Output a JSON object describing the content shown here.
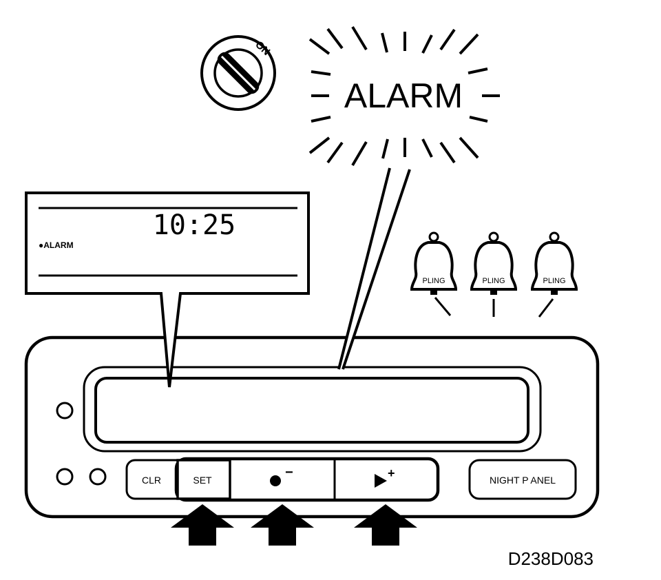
{
  "ignition": {
    "on_label": "ON"
  },
  "alarm_burst": {
    "label": "ALARM"
  },
  "display_callout": {
    "time": "10:25",
    "mode_label": "●ALARM"
  },
  "bells": [
    {
      "label": "PLING"
    },
    {
      "label": "PLING"
    },
    {
      "label": "PLING"
    }
  ],
  "buttons": {
    "clr": "CLR",
    "set": "SET",
    "minus_symbol": "−",
    "plus_symbol": "+",
    "night_panel": "NIGHT P ANEL"
  },
  "figure_code": "D238D083",
  "colors": {
    "ink": "#000000",
    "paper": "#ffffff"
  }
}
